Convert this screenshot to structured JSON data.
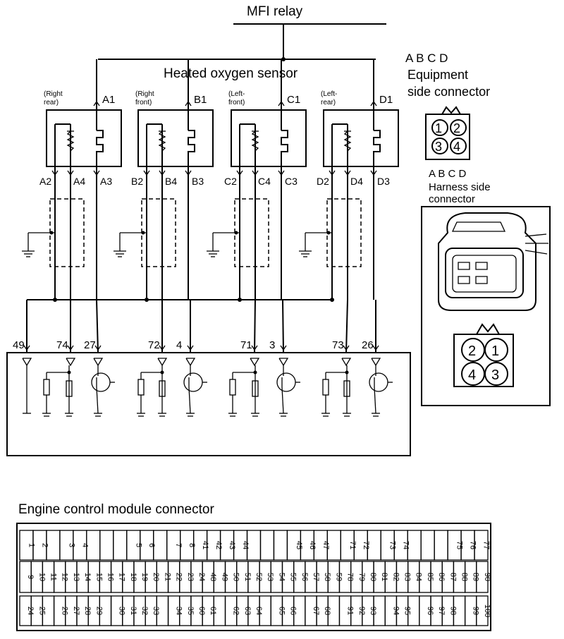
{
  "title": "MFI relay",
  "sensor_title": "Heated oxygen sensor",
  "equipment_connector": {
    "letters": "A B C D",
    "line1": "Equipment",
    "line2": "side connector",
    "pins": [
      "1",
      "2",
      "3",
      "4"
    ]
  },
  "harness_connector": {
    "letters": "A B C D",
    "line1": "Harness side",
    "line2": "connector",
    "pins": [
      "2",
      "1",
      "4",
      "3"
    ]
  },
  "sensors": [
    {
      "pos1": "(Right",
      "pos2": "rear)",
      "top": "A1",
      "pins": [
        "A2",
        "A4",
        "A3"
      ]
    },
    {
      "pos1": "(Right",
      "pos2": "front)",
      "top": "B1",
      "pins": [
        "B2",
        "B4",
        "B3"
      ]
    },
    {
      "pos1": "(Left-",
      "pos2": "front)",
      "top": "C1",
      "pins": [
        "C2",
        "C4",
        "C3"
      ]
    },
    {
      "pos1": "(Left-",
      "pos2": "rear)",
      "top": "D1",
      "pins": [
        "D2",
        "D4",
        "D3"
      ]
    }
  ],
  "ecm_terminals": [
    "49",
    "74",
    "27",
    "72",
    "4",
    "71",
    "3",
    "73",
    "26"
  ],
  "ecm_connector_title": "Engine control module connector",
  "ecm_rows": [
    [
      "1",
      "2",
      "",
      "3",
      "4",
      "",
      "",
      "",
      "5",
      "6",
      "",
      "7",
      "8",
      "41",
      "42",
      "43",
      "44",
      "",
      "",
      "",
      "45",
      "46",
      "47",
      "",
      "71",
      "72",
      "",
      "73",
      "74",
      "",
      "",
      "",
      "75",
      "76",
      "77"
    ],
    [
      "9",
      "10",
      "11",
      "12",
      "13",
      "14",
      "15",
      "16",
      "17",
      "18",
      "19",
      "20",
      "21",
      "22",
      "23",
      "24",
      "48",
      "49",
      "50",
      "51",
      "52",
      "53",
      "54",
      "55",
      "56",
      "57",
      "58",
      "59",
      "78",
      "79",
      "80",
      "81",
      "82",
      "83",
      "84",
      "85",
      "86",
      "87",
      "88",
      "89",
      "90"
    ],
    [
      "24",
      "25",
      "",
      "26",
      "27",
      "28",
      "29",
      "",
      "30",
      "31",
      "32",
      "33",
      "",
      "34",
      "35",
      "60",
      "61",
      "",
      "62",
      "63",
      "64",
      "",
      "65",
      "66",
      "",
      "67",
      "68",
      "",
      "91",
      "92",
      "93",
      "",
      "94",
      "95",
      "",
      "96",
      "97",
      "98",
      "",
      "99",
      "100"
    ]
  ]
}
